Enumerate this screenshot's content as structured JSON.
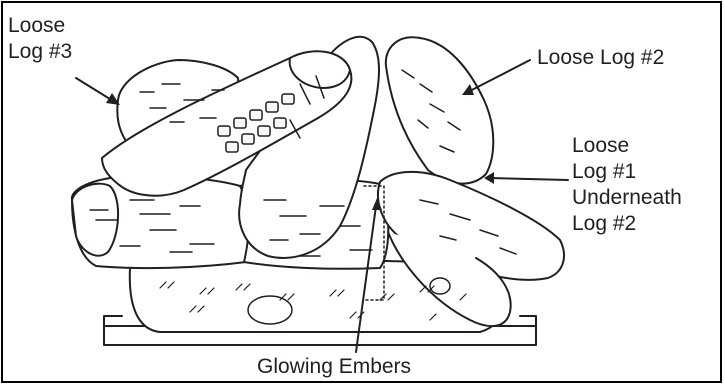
{
  "labels": {
    "log3": [
      "Loose",
      "Log #3"
    ],
    "log2": "Loose Log #2",
    "log1": [
      "Loose",
      "Log #1",
      "Underneath",
      "Log #2"
    ],
    "embers": "Glowing Embers"
  },
  "colors": {
    "line": "#231f20",
    "background": "#ffffff"
  }
}
